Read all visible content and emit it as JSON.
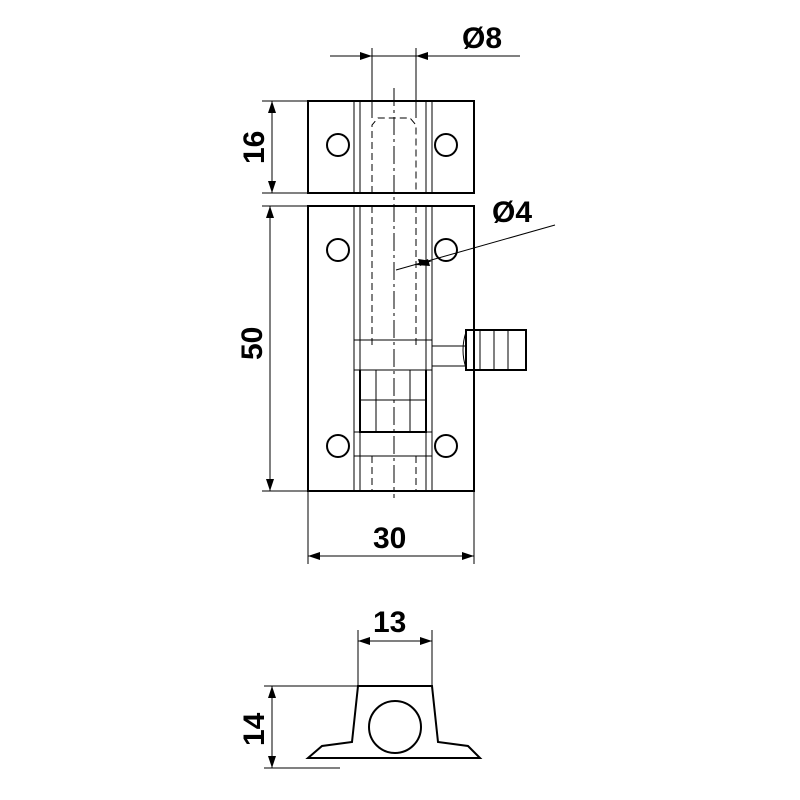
{
  "dimensions": {
    "bolt_diameter": "Ø8",
    "upper_plate_height": "16",
    "pin_diameter": "Ø4",
    "lower_plate_height": "50",
    "plate_width": "30",
    "keeper_width": "13",
    "keeper_height": "14"
  }
}
